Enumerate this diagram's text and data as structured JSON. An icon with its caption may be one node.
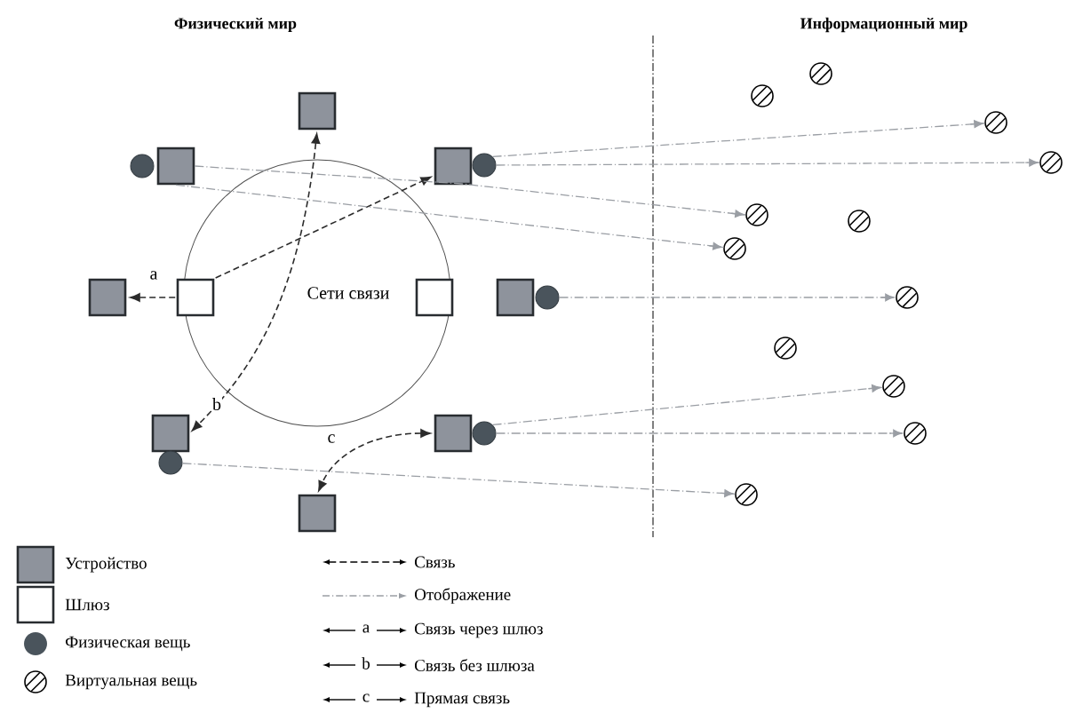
{
  "diagram": {
    "nodes": [
      {
        "text": [],
        "shape": "box"
      },
      {
        "text": [],
        "shape": "disc"
      },
      {
        "text": [],
        "shape": "box"
      },
      {
        "text": [],
        "shape": "box"
      },
      {
        "text": [],
        "shape": "disc"
      },
      {
        "text": [
          "Сети связи"
        ]
      },
      {
        "text": [],
        "shape": "box"
      },
      {
        "text": [],
        "shape": "square"
      },
      {
        "text": [],
        "shape": "square"
      },
      {
        "text": [],
        "shape": "box"
      },
      {
        "text": [],
        "shape": "disc"
      },
      {
        "text": [],
        "shape": "box"
      },
      {
        "text": [],
        "shape": "box"
      },
      {
        "text": [],
        "shape": "disc"
      },
      {
        "text": [],
        "shape": "disc"
      },
      {
        "text": [],
        "shape": "box"
      },
      {
        "text": [],
        "shape": "circle"
      },
      {
        "text": [],
        "shape": "circle"
      },
      {
        "text": [],
        "shape": "circle"
      },
      {
        "text": [],
        "shape": "circle"
      },
      {
        "text": [],
        "shape": "circle"
      },
      {
        "text": [],
        "shape": "circle"
      },
      {
        "text": [],
        "shape": "circle"
      },
      {
        "text": [],
        "shape": "circle"
      },
      {
        "text": [],
        "shape": "circle"
      },
      {
        "text": [],
        "shape": "circle"
      },
      {
        "text": [],
        "shape": "circle"
      },
      {
        "text": [],
        "shape": "circle"
      }
    ],
    "edges": [
      {
        "from": 7,
        "to": 6,
        "arrow": "to",
        "label": "a",
        "style": "dashed",
        "color": "#2b2b2b"
      },
      {
        "from": 7,
        "to": 3,
        "arrow": "to",
        "style": "dashed",
        "color": "#2b2b2b"
      },
      {
        "from": 0,
        "to": 11,
        "arrow": "both",
        "label": "b",
        "style": "dashed",
        "color": "#2b2b2b"
      },
      {
        "from": 12,
        "to": 15,
        "arrow": "both",
        "label": "c",
        "style": "dashed",
        "color": "#2b2b2b"
      },
      {
        "from": 2,
        "to": 20,
        "arrow": "to"
      },
      {
        "from": 2,
        "to": 22,
        "arrow": "to"
      },
      {
        "from": 4,
        "to": 18,
        "arrow": "to"
      },
      {
        "from": 4,
        "to": 19,
        "arrow": "to"
      },
      {
        "from": 10,
        "to": 23,
        "arrow": "to"
      },
      {
        "from": 13,
        "to": 25,
        "arrow": "to"
      },
      {
        "from": 13,
        "to": 26,
        "arrow": "to"
      },
      {
        "from": 14,
        "to": 27,
        "arrow": "to"
      }
    ],
    "labels": [
      "Физический мир",
      "Информационный мир",
      "a",
      "b",
      "c"
    ],
    "legend": [
      {
        "text": "Устройство"
      },
      {
        "text": "Шлюз"
      },
      {
        "text": "Физическая вещь"
      },
      {
        "text": "Виртуальная вещь"
      },
      {
        "text": "Связь"
      },
      {
        "text": "Отображение"
      },
      {
        "text": "Связь через шлюз"
      },
      {
        "text": "Связь без шлюза"
      },
      {
        "text": "Прямая связь"
      }
    ]
  }
}
